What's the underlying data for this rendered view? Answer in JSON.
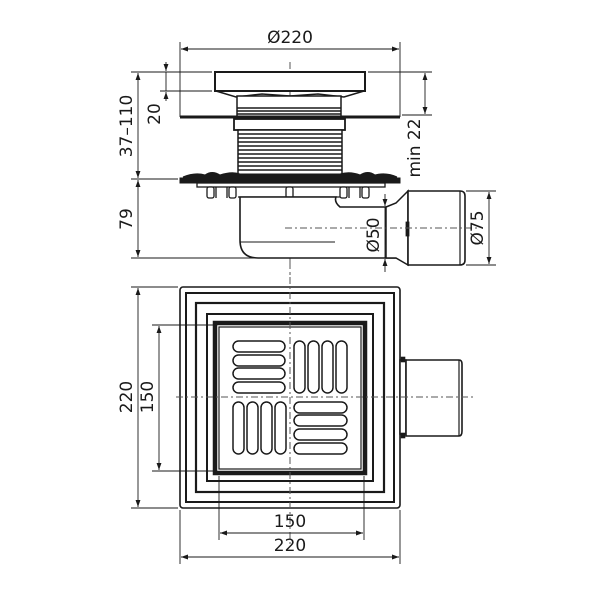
{
  "drawing": {
    "subject": "floor drain with side outlet",
    "colors": {
      "line": "#1a1a1a",
      "fill": "#ffffff",
      "centerline": "#555555"
    },
    "side_view": {
      "dimensions": {
        "flange_diameter": "Ø220",
        "adjustable_height": "37–110",
        "grate_height": "20",
        "min_insert": "min 22",
        "body_height": "79",
        "outlet_inner": "Ø50",
        "outlet_outer": "Ø75"
      }
    },
    "top_view": {
      "dimensions": {
        "outer_height": "220",
        "grate_height": "150",
        "grate_width": "150",
        "outer_width": "220"
      },
      "grate_slots_per_quadrant": 4
    }
  }
}
